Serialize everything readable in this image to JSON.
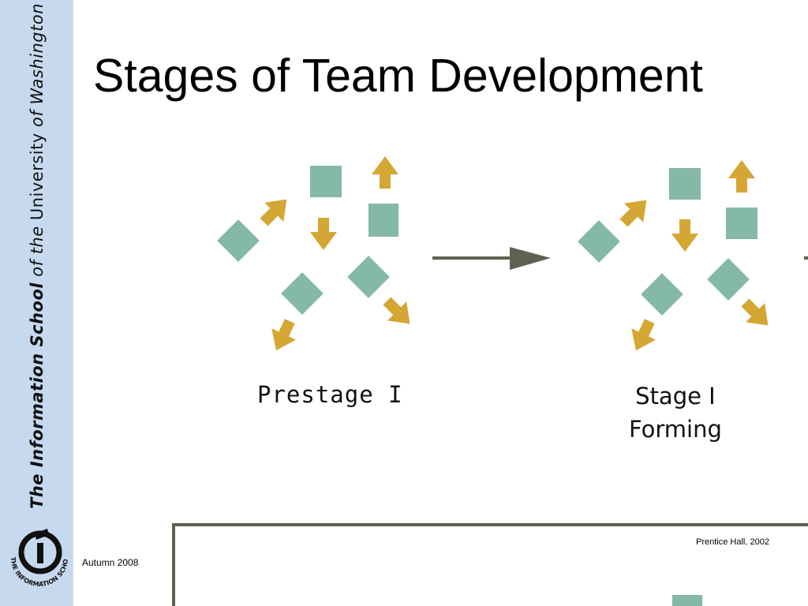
{
  "slide": {
    "title": "Stages of Team Development",
    "footer_left": "Autumn 2008",
    "footer_right": "Prentice Hall, 2002"
  },
  "sidebar": {
    "text_bold": "The Information School",
    "text_of1": "of",
    "text_the": "the",
    "text_university": "University",
    "text_of2": "of",
    "text_washington": "Washington",
    "logo_text": "THE INFORMATION SCHOOL"
  },
  "diagram": {
    "stages": [
      {
        "label_line1": "Prestage I",
        "label_line2": ""
      },
      {
        "label_line1": "Stage I",
        "label_line2": "Forming"
      }
    ],
    "colors": {
      "square": "#84b8a8",
      "arrow": "#d4a634",
      "connector": "#5e6250",
      "sidebar": "#c6d9ef"
    }
  }
}
